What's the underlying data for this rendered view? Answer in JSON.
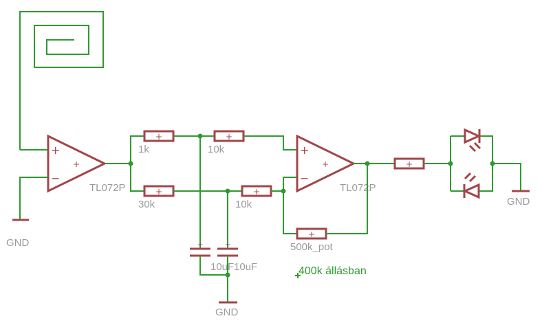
{
  "labels": {
    "opamp1": "TL072P",
    "opamp2": "TL072P",
    "r_1k": "1k",
    "r_10k_top": "10k",
    "r_30k": "30k",
    "r_10k_bottom": "10k",
    "r_pot": "500k_pot",
    "c1": "10uF",
    "c2": "10uF",
    "gnd_left": "GND",
    "gnd_bottom": "GND",
    "gnd_right": "GND",
    "note": "400k állásban"
  },
  "symbols": {
    "plus": "+",
    "minus": "−",
    "resistor_mark": "+"
  },
  "colors": {
    "wire": "#2f9a2f",
    "component": "#a2464a",
    "label": "#9b9b9b",
    "note": "#2f9a2f"
  }
}
